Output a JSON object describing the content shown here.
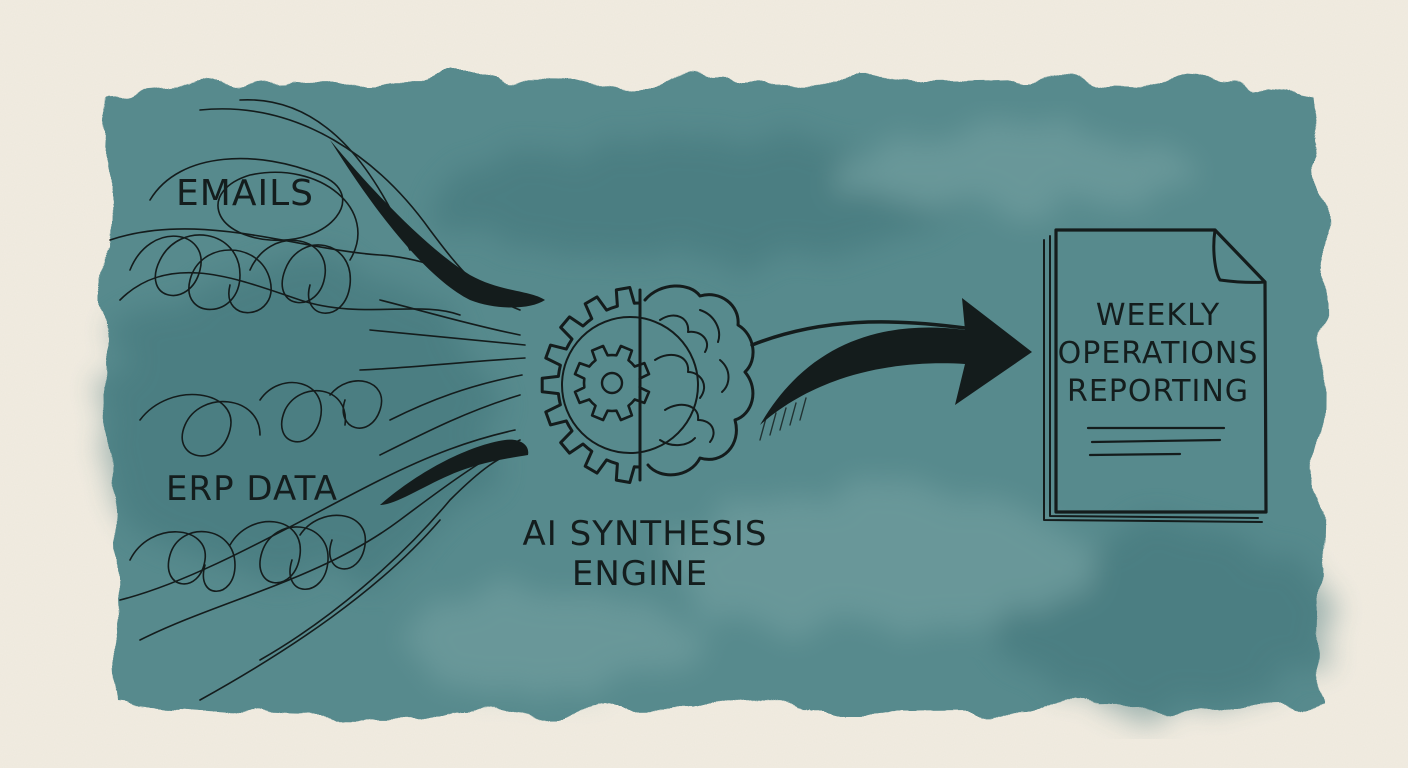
{
  "colors": {
    "paper": "#f1ece1",
    "wash": "#4f8589",
    "wash_dark": "#3d7176",
    "ink": "#141c1c"
  },
  "icons": {
    "source_scribbles": "tangled-lines-icon",
    "engine": "gear-brain-icon",
    "flow": "curved-arrow-icon",
    "report": "document-icon"
  },
  "sources": {
    "emails": "EMAILS",
    "erp": "ERP DATA"
  },
  "engine": {
    "line1": "AI SYNTHESIS",
    "line2": "ENGINE"
  },
  "report": {
    "line1": "WEEKLY",
    "line2": "OPERATIONS",
    "line3": "REPORTING"
  }
}
